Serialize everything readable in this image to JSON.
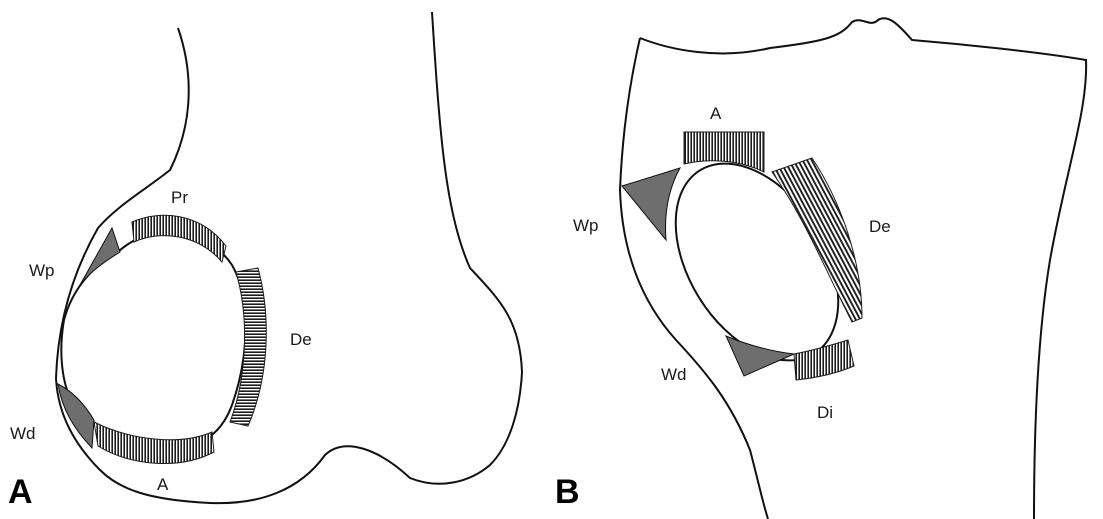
{
  "panels": [
    {
      "letter": "A",
      "labels": {
        "pr": "Pr",
        "wp": "Wp",
        "de": "De",
        "wd": "Wd",
        "a": "A"
      }
    },
    {
      "letter": "B",
      "labels": {
        "a": "A",
        "wp": "Wp",
        "de": "De",
        "wd": "Wd",
        "di": "Di"
      }
    }
  ],
  "colors": {
    "outline": "#111111",
    "hatch": "#1c1c1c",
    "shade": "#6e6e6e",
    "background": "#ffffff"
  }
}
